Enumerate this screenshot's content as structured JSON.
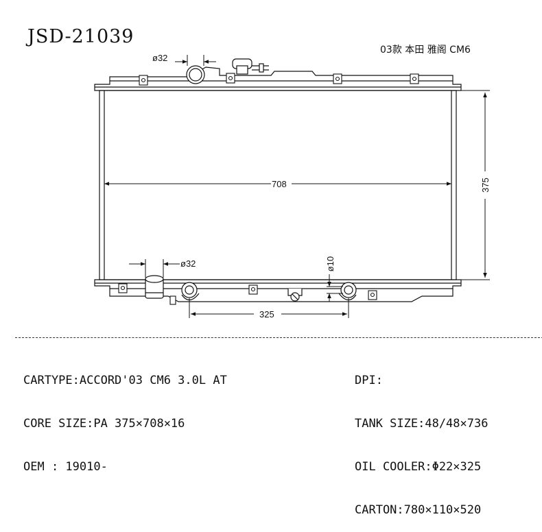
{
  "header": {
    "part_number": "JSD-21039",
    "model_note": "03款 本田 雅阁 CM6"
  },
  "dimensions": {
    "top_inlet": "ø32",
    "bottom_outlet": "ø32",
    "core_width": "708",
    "core_height": "375",
    "oil_port": "ø10",
    "oil_cooler_pitch": "325"
  },
  "specs_left": {
    "cartype": "CARTYPE:ACCORD'03 CM6 3.0L AT",
    "core_size": "CORE SIZE:PA 375×708×16",
    "oem": "OEM : 19010-"
  },
  "specs_right": {
    "dpi": "DPI:",
    "tank_size": "TANK SIZE:48/48×736",
    "oil_cooler": "OIL COOLER:Φ22×325",
    "carton": "CARTON:780×110×520"
  }
}
